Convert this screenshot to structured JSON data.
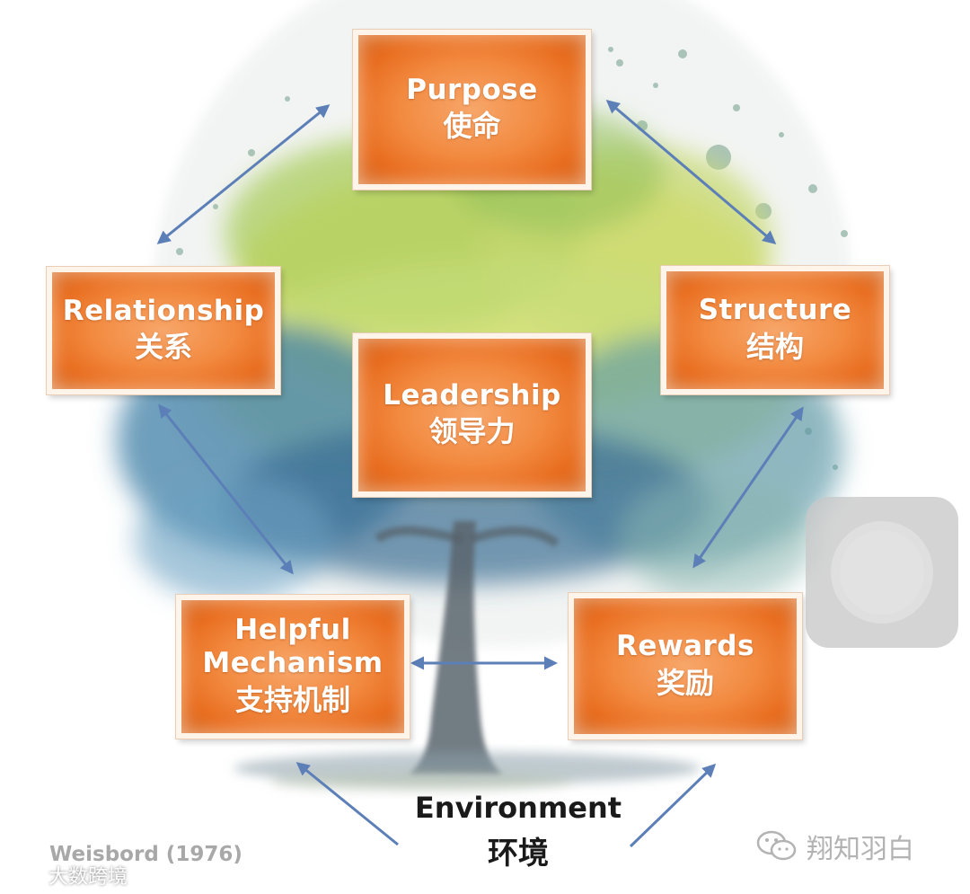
{
  "nodes": {
    "purpose": {
      "en": "Purpose",
      "zh": "使命"
    },
    "relationship": {
      "en": "Relationship",
      "zh": "关系"
    },
    "structure": {
      "en": "Structure",
      "zh": "结构"
    },
    "leadership": {
      "en": "Leadership",
      "zh": "领导力"
    },
    "helpful": {
      "en": "Helpful Mechanism",
      "zh": "支持机制"
    },
    "rewards": {
      "en": "Rewards",
      "zh": "奖励"
    }
  },
  "environment": {
    "en": "Environment",
    "zh": "环境"
  },
  "citation": "Weisbord (1976)",
  "watermark_right": "翔知羽白",
  "watermark_left": "大数跨境",
  "colors": {
    "box_orange": "#ee7a2e",
    "arrow_blue": "#5c7fb8",
    "foliage_green": "#9cc05a",
    "foliage_yellow": "#e8e36a",
    "foliage_blue": "#3d78a8",
    "trunk_gray": "#5f6a72"
  }
}
